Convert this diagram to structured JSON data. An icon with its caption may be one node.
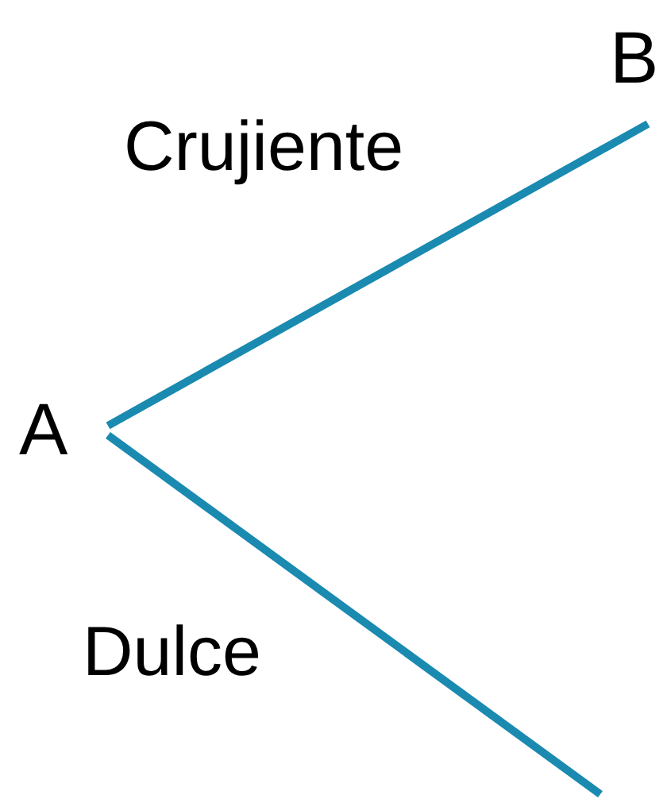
{
  "diagram": {
    "nodes": [
      {
        "text": [
          "A"
        ]
      },
      {
        "text": [
          "B"
        ]
      }
    ],
    "edges": [
      {
        "from": 0,
        "to": 1,
        "arrow": "none",
        "label": "Crujiente",
        "color": "#1a8ab0"
      },
      {
        "from": 0,
        "to": null,
        "arrow": "none",
        "label": "Dulce",
        "color": "#1a8ab0"
      }
    ]
  }
}
